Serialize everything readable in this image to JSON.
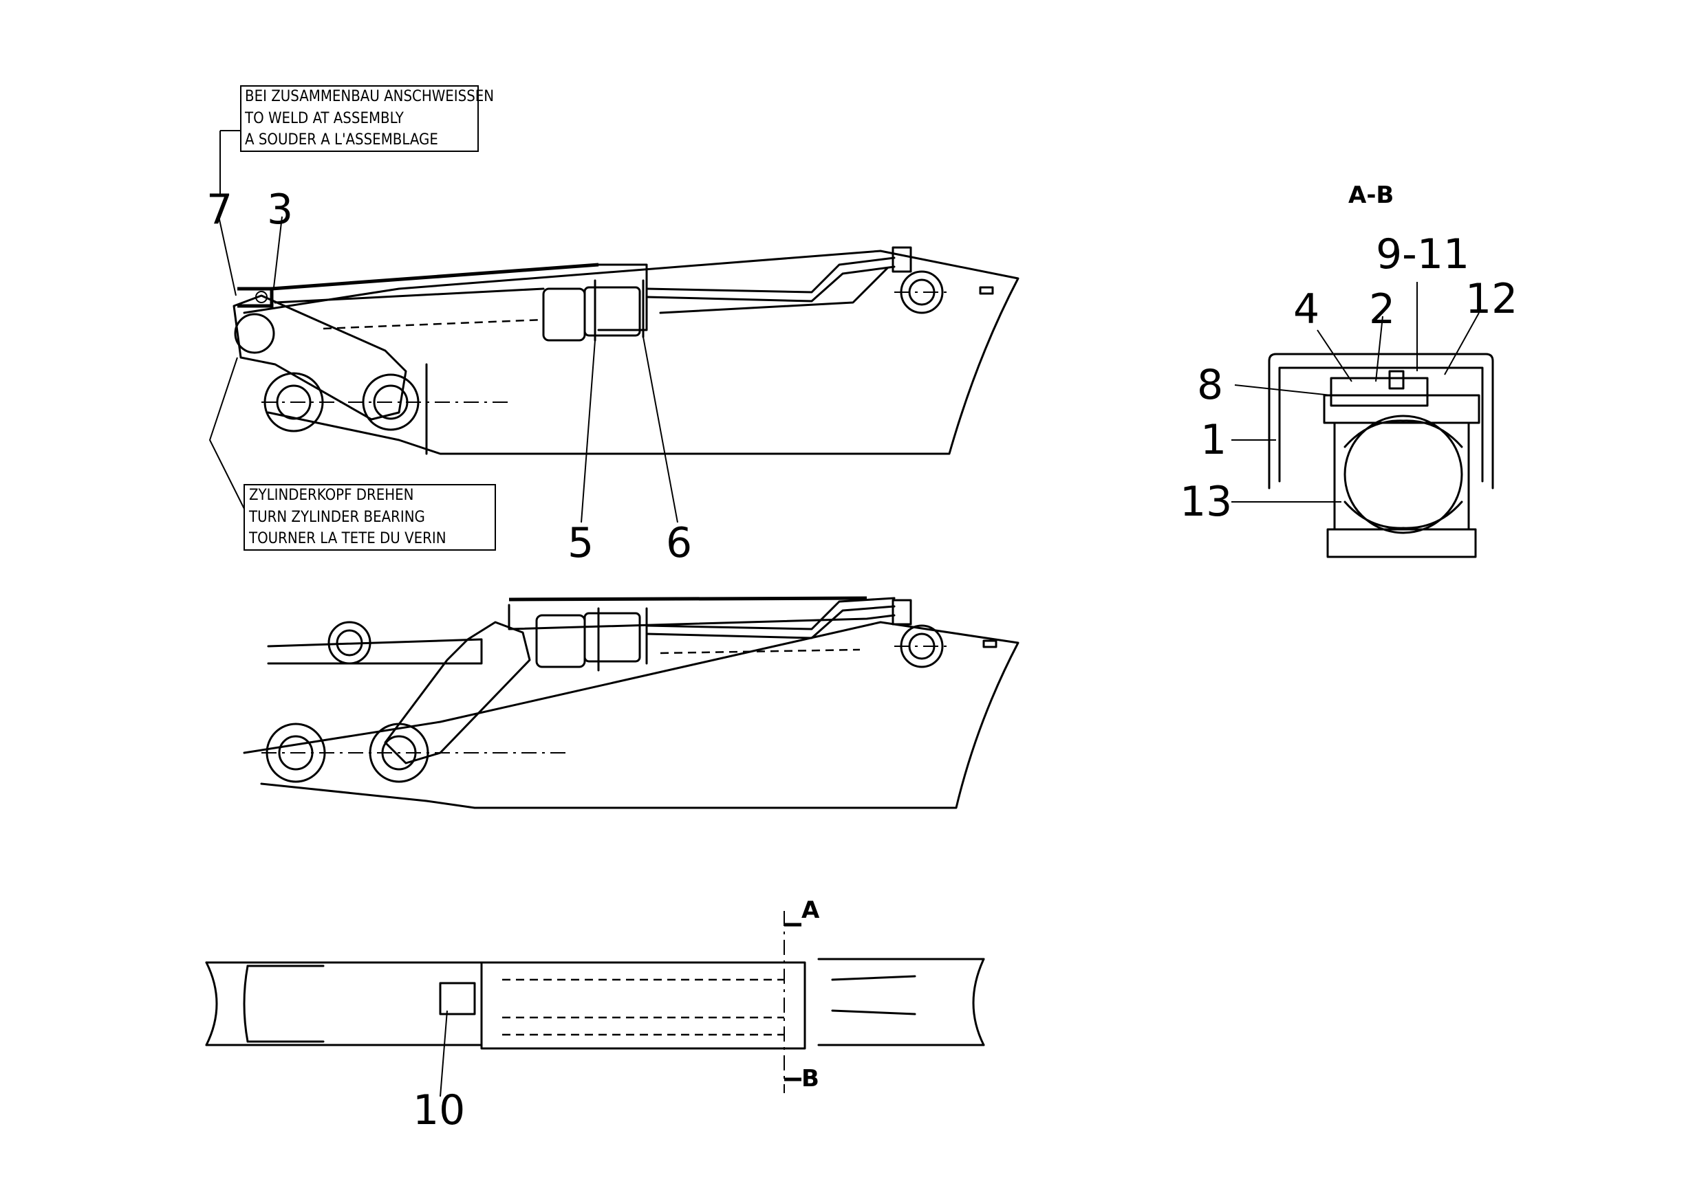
{
  "notes": {
    "weld": [
      "BEI ZUSAMMENBAU ANSCHWEISSEN",
      "TO WELD AT ASSEMBLY",
      "A SOUDER A L'ASSEMBLAGE"
    ],
    "turn": [
      "ZYLINDERKOPF DREHEN",
      "TURN ZYLINDER BEARING",
      "TOURNER LA TETE DU VERIN"
    ]
  },
  "callouts": {
    "c7": "7",
    "c3": "3",
    "c5": "5",
    "c6": "6",
    "c10": "10",
    "c4": "4",
    "c2": "2",
    "c9_11": "9-11",
    "c12": "12",
    "c8": "8",
    "c1": "1",
    "c13": "13"
  },
  "section": {
    "title": "A-B",
    "mark_a": "A",
    "mark_b": "B"
  }
}
